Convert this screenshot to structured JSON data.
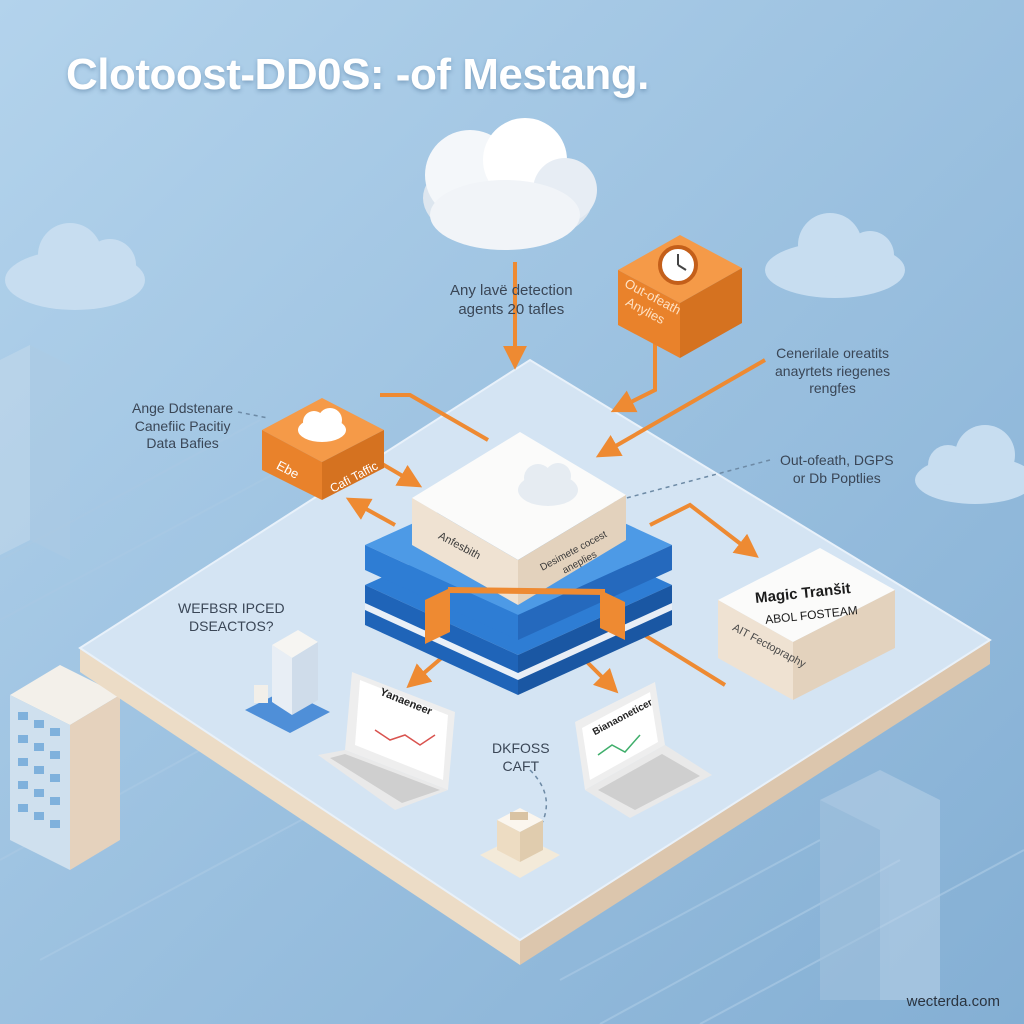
{
  "title": "Clotoost-DD0S: -of Mestang.",
  "labels": {
    "top_cloud": [
      "Any lavë detection",
      "agents 20 tafles"
    ],
    "left_box_note": [
      "Ange Ddstenare",
      "Canefiic Pacitiy",
      "Data Bafies"
    ],
    "right_top_note": [
      "Cenerilale oreatits",
      "anayrtets riegenes",
      "rengfes"
    ],
    "right_mid_note": [
      "Out-ofeath, DGPS",
      "or Db Poptlies"
    ],
    "left_mid_note": [
      "WEFBSR IPCED",
      "DSEACTOS?"
    ],
    "bottom_note": [
      "DKFOSS",
      "CAFT"
    ]
  },
  "boxes": {
    "orange_right": [
      "Out-ofeath",
      "Anylies"
    ],
    "orange_left_a": "Ebe",
    "orange_left_b": "Cafi Taffic",
    "center_left": "Anfesbith",
    "center_right": [
      "Desimete cocest",
      "aneplies"
    ],
    "magic_title": "Magic Tranšit",
    "magic_sub": "ABOL FOSTEAM",
    "magic_foot": "AIT Fectopraphy"
  },
  "laptops": {
    "left": "Yanaeneer",
    "right": "Bianaoneticer"
  },
  "watermark": "wecterda.com",
  "colors": {
    "background": "#9cc2e0",
    "platform_top": "#d4e4f3",
    "platform_side": "#e9d7c2",
    "orange": "#ee8a32",
    "blue_layer": "#2e7dd4",
    "white_box": "#fbfbfa"
  }
}
